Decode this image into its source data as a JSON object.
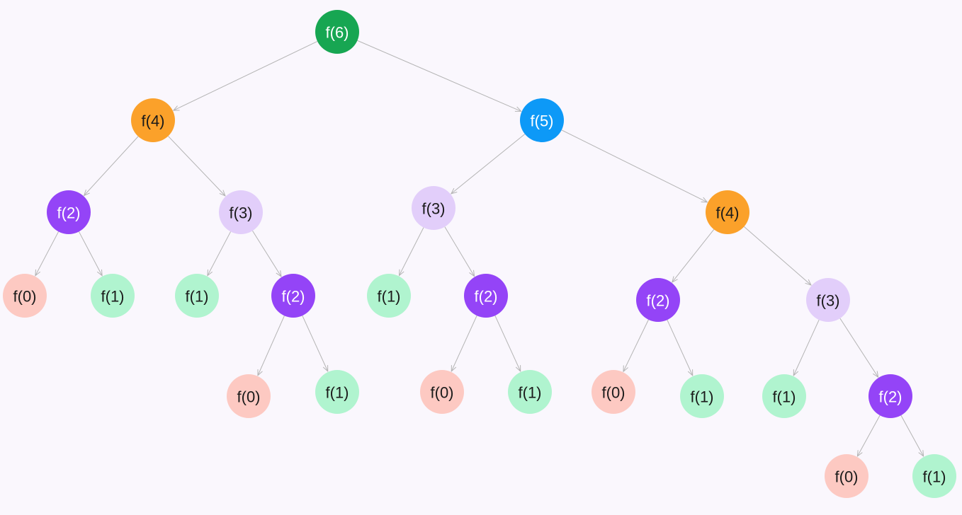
{
  "nodes": [
    {
      "id": "f6",
      "label": "f(6)",
      "color": "#17a652",
      "text_color": "#ffffff"
    },
    {
      "id": "f4a",
      "label": "f(4)",
      "color": "#fba12a",
      "text_color": "#1a1a1a"
    },
    {
      "id": "f5",
      "label": "f(5)",
      "color": "#0d99f7",
      "text_color": "#ffffff"
    },
    {
      "id": "f2a",
      "label": "f(2)",
      "color": "#9444f7",
      "text_color": "#ffffff"
    },
    {
      "id": "f3a",
      "label": "f(3)",
      "color": "#e2cefa",
      "text_color": "#1a1a1a"
    },
    {
      "id": "f3b",
      "label": "f(3)",
      "color": "#e2cefa",
      "text_color": "#1a1a1a"
    },
    {
      "id": "f4b",
      "label": "f(4)",
      "color": "#fba12a",
      "text_color": "#1a1a1a"
    },
    {
      "id": "f0a",
      "label": "f(0)",
      "color": "#fdc9c2",
      "text_color": "#1a1a1a"
    },
    {
      "id": "f1a",
      "label": "f(1)",
      "color": "#b0f4cf",
      "text_color": "#1a1a1a"
    },
    {
      "id": "f1b",
      "label": "f(1)",
      "color": "#b0f4cf",
      "text_color": "#1a1a1a"
    },
    {
      "id": "f2b",
      "label": "f(2)",
      "color": "#9444f7",
      "text_color": "#ffffff"
    },
    {
      "id": "f1c",
      "label": "f(1)",
      "color": "#b0f4cf",
      "text_color": "#1a1a1a"
    },
    {
      "id": "f2c",
      "label": "f(2)",
      "color": "#9444f7",
      "text_color": "#ffffff"
    },
    {
      "id": "f2d",
      "label": "f(2)",
      "color": "#9444f7",
      "text_color": "#ffffff"
    },
    {
      "id": "f3c",
      "label": "f(3)",
      "color": "#e2cefa",
      "text_color": "#1a1a1a"
    },
    {
      "id": "f0b",
      "label": "f(0)",
      "color": "#fdc9c2",
      "text_color": "#1a1a1a"
    },
    {
      "id": "f1d",
      "label": "f(1)",
      "color": "#b0f4cf",
      "text_color": "#1a1a1a"
    },
    {
      "id": "f0c",
      "label": "f(0)",
      "color": "#fdc9c2",
      "text_color": "#1a1a1a"
    },
    {
      "id": "f1e",
      "label": "f(1)",
      "color": "#b0f4cf",
      "text_color": "#1a1a1a"
    },
    {
      "id": "f0d",
      "label": "f(0)",
      "color": "#fdc9c2",
      "text_color": "#1a1a1a"
    },
    {
      "id": "f1f",
      "label": "f(1)",
      "color": "#b0f4cf",
      "text_color": "#1a1a1a"
    },
    {
      "id": "f1g",
      "label": "f(1)",
      "color": "#b0f4cf",
      "text_color": "#1a1a1a"
    },
    {
      "id": "f2e",
      "label": "f(2)",
      "color": "#9444f7",
      "text_color": "#ffffff"
    },
    {
      "id": "f0e",
      "label": "f(0)",
      "color": "#fdc9c2",
      "text_color": "#1a1a1a"
    },
    {
      "id": "f1h",
      "label": "f(1)",
      "color": "#b0f4cf",
      "text_color": "#1a1a1a"
    }
  ],
  "edges": [
    [
      "f6",
      "f4a"
    ],
    [
      "f6",
      "f5"
    ],
    [
      "f4a",
      "f2a"
    ],
    [
      "f4a",
      "f3a"
    ],
    [
      "f5",
      "f3b"
    ],
    [
      "f5",
      "f4b"
    ],
    [
      "f2a",
      "f0a"
    ],
    [
      "f2a",
      "f1a"
    ],
    [
      "f3a",
      "f1b"
    ],
    [
      "f3a",
      "f2b"
    ],
    [
      "f3b",
      "f1c"
    ],
    [
      "f3b",
      "f2c"
    ],
    [
      "f4b",
      "f2d"
    ],
    [
      "f4b",
      "f3c"
    ],
    [
      "f2b",
      "f0b"
    ],
    [
      "f2b",
      "f1d"
    ],
    [
      "f2c",
      "f0c"
    ],
    [
      "f2c",
      "f1e"
    ],
    [
      "f2d",
      "f0d"
    ],
    [
      "f2d",
      "f1f"
    ],
    [
      "f3c",
      "f1g"
    ],
    [
      "f3c",
      "f2e"
    ],
    [
      "f2e",
      "f0e"
    ],
    [
      "f2e",
      "f1h"
    ]
  ],
  "edge_color": "#b4b4b4",
  "background": "#faf7fd"
}
